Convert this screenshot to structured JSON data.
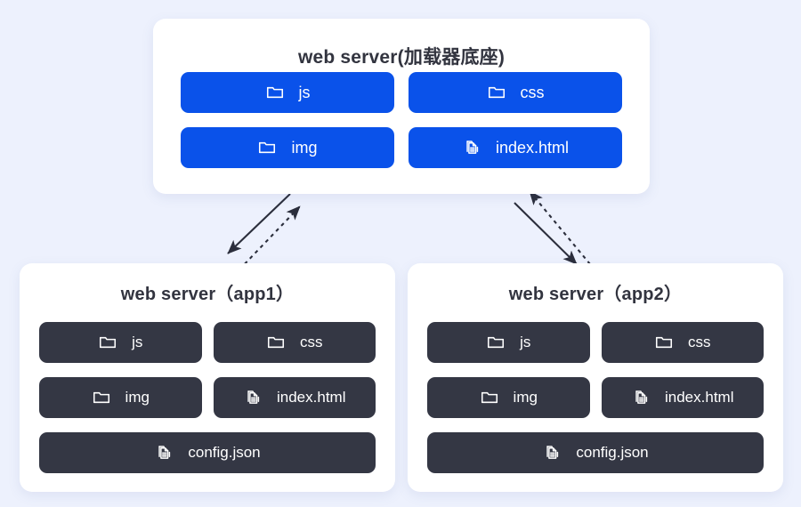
{
  "diagram": {
    "background_color": "#edf1fd",
    "accent_blue": "#0a52ea",
    "accent_dark": "#343744",
    "title_color": "#32343f"
  },
  "cards": {
    "top": {
      "title": "web server(加载器底座)",
      "items": [
        {
          "icon": "folder-icon",
          "label": "js"
        },
        {
          "icon": "folder-icon",
          "label": "css"
        },
        {
          "icon": "folder-icon",
          "label": "img"
        },
        {
          "icon": "document-icon",
          "label": "index.html"
        }
      ]
    },
    "app1": {
      "title": "web server（app1）",
      "items": [
        {
          "icon": "folder-icon",
          "label": "js"
        },
        {
          "icon": "folder-icon",
          "label": "css"
        },
        {
          "icon": "folder-icon",
          "label": "img"
        },
        {
          "icon": "document-icon",
          "label": "index.html"
        },
        {
          "icon": "document-icon",
          "label": "config.json"
        }
      ]
    },
    "app2": {
      "title": "web server（app2）",
      "items": [
        {
          "icon": "folder-icon",
          "label": "js"
        },
        {
          "icon": "folder-icon",
          "label": "css"
        },
        {
          "icon": "folder-icon",
          "label": "img"
        },
        {
          "icon": "document-icon",
          "label": "index.html"
        },
        {
          "icon": "document-icon",
          "label": "config.json"
        }
      ]
    }
  },
  "connectors": [
    {
      "name": "top-to-app1-solid",
      "style": "solid",
      "from": "top-card",
      "to": "app1-card",
      "direction": "down-left"
    },
    {
      "name": "app1-to-top-dashed",
      "style": "dashed",
      "from": "app1-card",
      "to": "top-card",
      "direction": "up-right"
    },
    {
      "name": "top-to-app2-solid",
      "style": "solid",
      "from": "top-card",
      "to": "app2-card",
      "direction": "down-right"
    },
    {
      "name": "app2-to-top-dashed",
      "style": "dashed",
      "from": "app2-card",
      "to": "top-card",
      "direction": "up-left"
    }
  ]
}
